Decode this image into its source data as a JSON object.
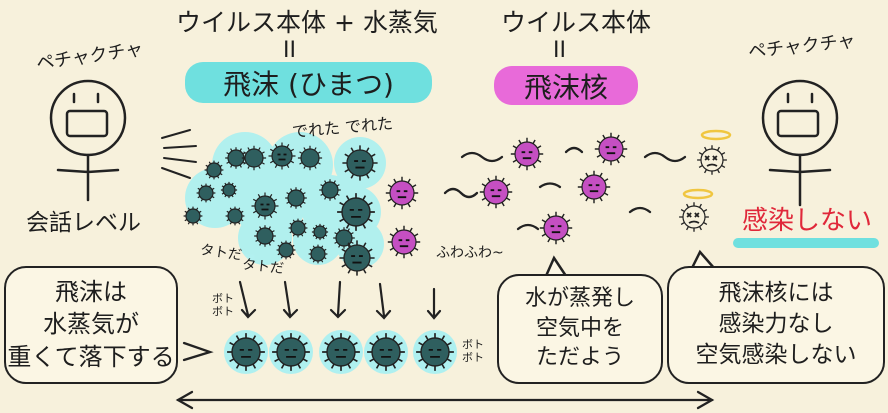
{
  "header": {
    "left_top": "ウイルス本体 + 水蒸気",
    "left_eq": "II",
    "left_pill": "飛沫 (ひまつ)",
    "right_top": "ウイルス本体",
    "right_eq": "II",
    "right_pill": "飛沫核"
  },
  "people": {
    "left_sound": "ペチャクチャ",
    "right_sound": "ペチャクチャ",
    "left_caption": "会話レベル"
  },
  "labels": {
    "dereta": "でれた でれた",
    "tadada": "タトだ",
    "tadada2": "タトだ",
    "fuwafuwa": "ふわふわ~",
    "boto1": "ボト\nボト",
    "boto2": "ボト\nボト",
    "no_infect": "感染しない"
  },
  "notes": {
    "fall": [
      "飛沫は",
      "水蒸気が",
      "重くて落下する"
    ],
    "evap": [
      "水が蒸発し",
      "空気中を",
      "ただよう"
    ],
    "nucleus": [
      "飛沫核には",
      "感染力なし",
      "空気感染しない"
    ]
  },
  "colors": {
    "background": "#f7f1dc",
    "cyan_pill": "#6fe0df",
    "magenta_pill": "#e86ad9",
    "virus_cyan_glow": "#aef0f0",
    "virus_magenta": "#c54fc2",
    "no_infect_text": "#e0283a",
    "halo": "#f0c640"
  }
}
